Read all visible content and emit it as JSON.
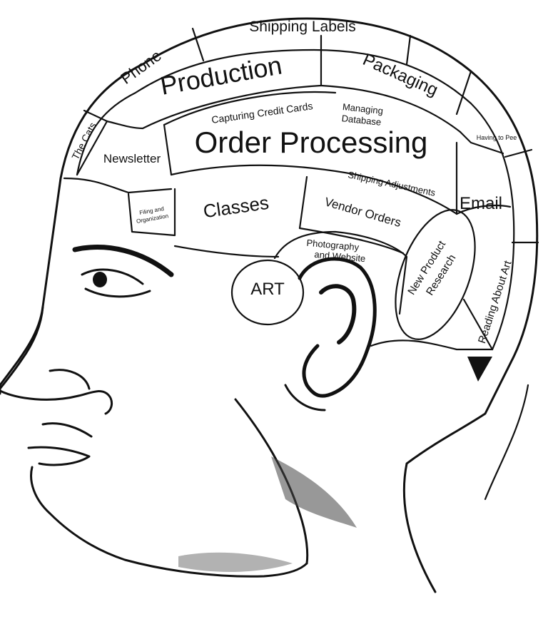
{
  "colors": {
    "ink": "#111111",
    "paper": "#ffffff"
  },
  "regions": {
    "shipping_labels": "Shipping Labels",
    "phone": "Phone",
    "production": "Production",
    "packaging": "Packaging",
    "the_cats": "The Cats",
    "capturing_credit_cards": "Capturing Credit Cards",
    "managing_database_1": "Managing",
    "managing_database_2": "Database",
    "having_to_pee": "Having to Pee",
    "newsletter": "Newsletter",
    "order_processing": "Order Processing",
    "shipping_adjustments": "Shipping Adjustments",
    "email": "Email",
    "filing_1": "Filing and",
    "filing_2": "Organization",
    "classes": "Classes",
    "vendor_orders": "Vendor Orders",
    "photography_1": "Photography",
    "photography_2": "and Website",
    "new_product_1": "New Product",
    "new_product_2": "Research",
    "art": "ART",
    "reading_about_art": "Reading About Art"
  }
}
